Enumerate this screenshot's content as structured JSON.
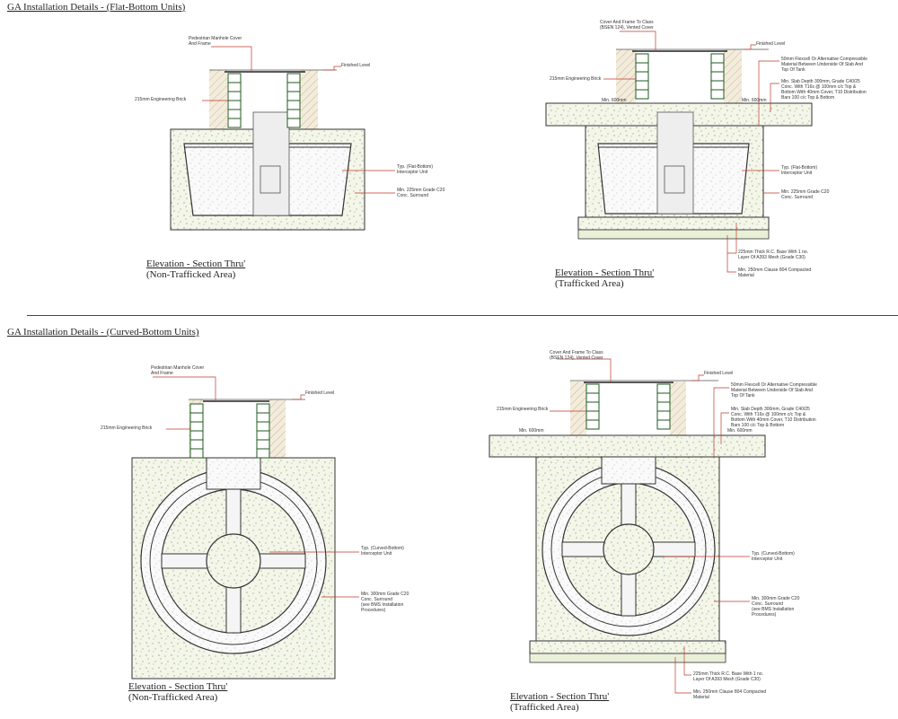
{
  "colors": {
    "concrete": "#f3f5e6",
    "speckle": "#8ab05a",
    "dark": "#333333",
    "red": "#c0392b",
    "brick": "#2f6b2f",
    "ground": "#d8cbb0"
  },
  "flat": {
    "heading": "GA Installation Details  -  (Flat-Bottom Units)",
    "left": {
      "cover_label": "Pedestrian Manhole Cover\nAnd Frame",
      "finished_level": "Finished Level",
      "brick_label": "215mm Engineering Brick",
      "unit_label": "Typ. (Flat-Bottom)\nInterceptor Unit",
      "surround_label": "Min. 225mm Grade C20\nConc. Surround",
      "caption_title": "Elevation - Section Thru'",
      "caption_sub": "(Non-Trafficked Area)"
    },
    "right": {
      "cover_label": "Cover And Frame To Class\n(BSEN 124), Vented Cover",
      "finished_level": "Finished Level",
      "brick_label": "215mm Engineering Brick",
      "fill_label": "50mm Flexcell Or Alternative Compressible\nMaterial Between Underside Of Slab And\nTop Of Tank",
      "slab_label": "Min. Slab Depth 300mm, Grade C40/25\nConc. With T16s @ 100mm c/c Top &\nBottom With 40mm Cover, T10 Distribution\nBars 100 c/c Top & Bottom",
      "min600_left": "Min. 600mm",
      "min600_right": "Min. 600mm",
      "unit_label": "Typ. (Flat-Bottom)\nInterceptor Unit",
      "surround_label": "Min. 225mm Grade C20\nConc. Surround",
      "base_label": "225mm Thick R.C. Base With 1 no.\nLayer Of A393 Mesh (Grade C30)",
      "compacted_label": "Min. 250mm Clause 804 Compacted\nMaterial",
      "caption_title": "Elevation - Section Thru'",
      "caption_sub": "(Trafficked Area)"
    }
  },
  "curved": {
    "heading": "GA Installation Details  -  (Curved-Bottom Units)",
    "left": {
      "cover_label": "Pedestrian Manhole Cover\nAnd Frame",
      "finished_level": "Finished Level",
      "brick_label": "215mm Engineering Brick",
      "unit_label": "Typ. (Curved-Bottom)\nInterceptor Unit",
      "surround_label": "Min. 300mm Grade C20\nConc. Surround\n(see BMS Installation\nProcedures)",
      "caption_title": "Elevation - Section Thru'",
      "caption_sub": "(Non-Trafficked Area)"
    },
    "right": {
      "cover_label": "Cover And Frame To Class\n(BSEN 124), Vented Cover",
      "finished_level": "Finished Level",
      "brick_label": "215mm Engineering Brick",
      "fill_label": "50mm Flexcell Or Alternative Compressible\nMaterial Between Underside Of Slab And\nTop Of Tank",
      "slab_label": "Min. Slab Depth 300mm, Grade C40/25\nConc. With T16s @ 100mm c/c Top &\nBottom With 40mm Cover, T10 Distribution\nBars 100 c/c Top & Bottom",
      "min600_left": "Min. 600mm",
      "min600_right": "Min. 600mm",
      "unit_label": "Typ. (Curved-Bottom)\nInterceptor Unit",
      "surround_label": "Min. 300mm Grade C20\nConc. Surround\n(see BMS Installation\nProcedures)",
      "base_label": "225mm Thick R.C. Base With 1 no.\nLayer Of A393 Mesh (Grade C30)",
      "compacted_label": "Min. 250mm Clause 804 Compacted\nMaterial",
      "caption_title": "Elevation - Section Thru'",
      "caption_sub": "(Trafficked Area)"
    }
  }
}
